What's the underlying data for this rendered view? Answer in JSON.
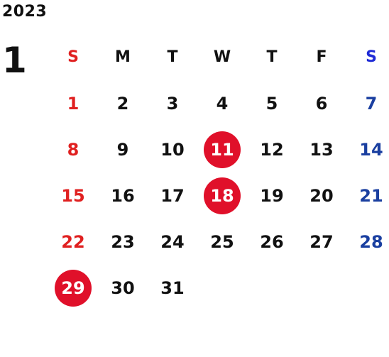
{
  "calendar": {
    "year": "2023",
    "month": "1",
    "weekdays": [
      "S",
      "M",
      "T",
      "W",
      "T",
      "F",
      "S"
    ],
    "weeks": [
      [
        "1",
        "2",
        "3",
        "4",
        "5",
        "6",
        "7"
      ],
      [
        "8",
        "9",
        "10",
        "11",
        "12",
        "13",
        "14"
      ],
      [
        "15",
        "16",
        "17",
        "18",
        "19",
        "20",
        "21"
      ],
      [
        "22",
        "23",
        "24",
        "25",
        "26",
        "27",
        "28"
      ],
      [
        "29",
        "30",
        "31",
        "",
        "",
        "",
        ""
      ]
    ],
    "highlighted_days": [
      "11",
      "18",
      "29"
    ],
    "colors": {
      "sunday": "#e02020",
      "saturday": "#1a3fa0",
      "highlight": "#e0102a"
    }
  }
}
